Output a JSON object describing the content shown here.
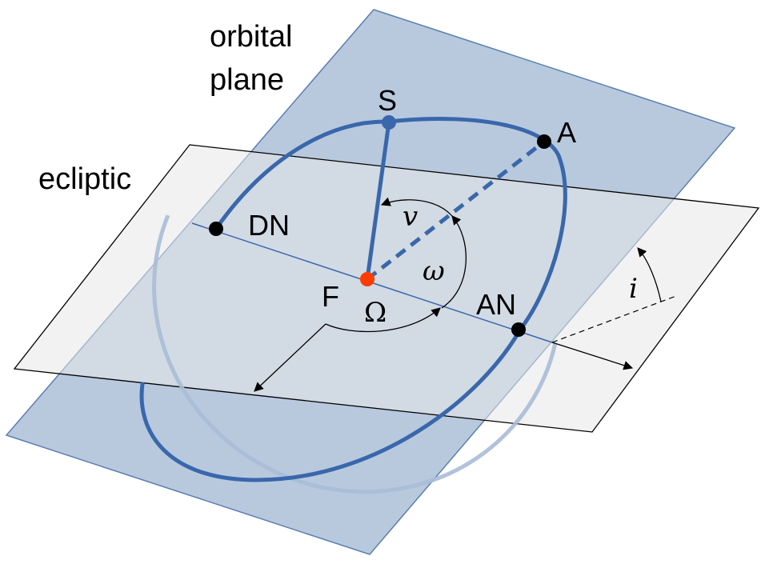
{
  "labels": {
    "orbital_plane_line1": "orbital",
    "orbital_plane_line2": "plane",
    "ecliptic": "ecliptic",
    "satellite": "S",
    "apoapsis": "A",
    "descending_node": "DN",
    "ascending_node": "AN",
    "focus": "F",
    "true_anomaly": "v",
    "argument_of_periapsis": "ω",
    "longitude_of_ascending_node": "Ω",
    "inclination": "i"
  },
  "colors": {
    "orbital_plane_fill": "#b8c9de",
    "orbital_plane_stroke": "#5b7fb0",
    "ecliptic_fill": "#e6e6e6",
    "orbit": "#3a67ab",
    "focus_point": "#ff3c00",
    "node_point": "#000000",
    "satellite_point": "#3a67ab"
  }
}
